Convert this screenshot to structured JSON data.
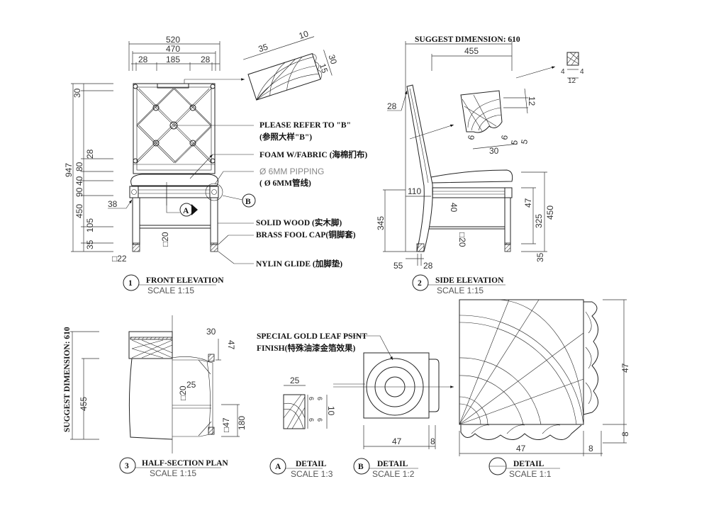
{
  "front": {
    "number": "1",
    "title": "FRONT ELEVATION",
    "scale": "SCALE 1:15",
    "dims": [
      "520",
      "470",
      "28",
      "185",
      "28",
      "30",
      "947",
      "28",
      "80",
      "40",
      "90",
      "450",
      "105",
      "35",
      "38",
      "□20",
      "□22"
    ],
    "detail_dims": [
      "35",
      "10",
      "30",
      "15"
    ],
    "labels": {
      "refer": "PLEASE REFER TO \"B\"",
      "refer_cn": "(参照大样\"B\")",
      "foam": "FOAM W/FABRIC (海棉扪布)",
      "piping": "Ø 6MM  PIPPING",
      "piping_cn": "( Ø 6MM管线)",
      "solid": "SOLID WOOD (实木脚)",
      "brass": "BRASS FOOL CAP(铜脚套)",
      "nylon": "NYLIN GLIDE (加脚垫)",
      "callout_a": "A",
      "callout_b": "B"
    }
  },
  "side": {
    "number": "2",
    "title": "SIDE ELEVATION",
    "scale": "SCALE 1:15",
    "suggest": "SUGGEST DIMENSION: 610",
    "dims": [
      "455",
      "28",
      "110",
      "40",
      "345",
      "47",
      "325",
      "450",
      "35",
      "55",
      "28",
      "□20"
    ],
    "detail_dims": [
      "12",
      "6",
      "30",
      "6",
      "5",
      "5"
    ],
    "small_dims": [
      "4",
      "4",
      "12"
    ]
  },
  "plan": {
    "number": "3",
    "title": "HALF-SECTION PLAN",
    "scale": "SCALE 1:15",
    "suggest": "SUGGEST DIMENSION: 610",
    "dims": [
      "455",
      "30",
      "47",
      "25",
      "□20",
      "□47",
      "180"
    ]
  },
  "detail_a": {
    "number": "A",
    "title": "DETAIL",
    "scale": "SCALE 1:3",
    "dims": [
      "25",
      "6",
      "6",
      "10",
      "6",
      "6"
    ]
  },
  "detail_b": {
    "number": "B",
    "title": "DETAIL",
    "scale": "SCALE 1:2",
    "note": "SPECIAL GOLD LEAF PSINT",
    "note2": "FINISH(特殊油漆金箔效果)",
    "dims": [
      "47",
      "8"
    ]
  },
  "detail_c": {
    "number": "",
    "title": "DETAIL",
    "scale": "SCALE 1:1",
    "dims": [
      "47",
      "8",
      "47",
      "8"
    ]
  }
}
